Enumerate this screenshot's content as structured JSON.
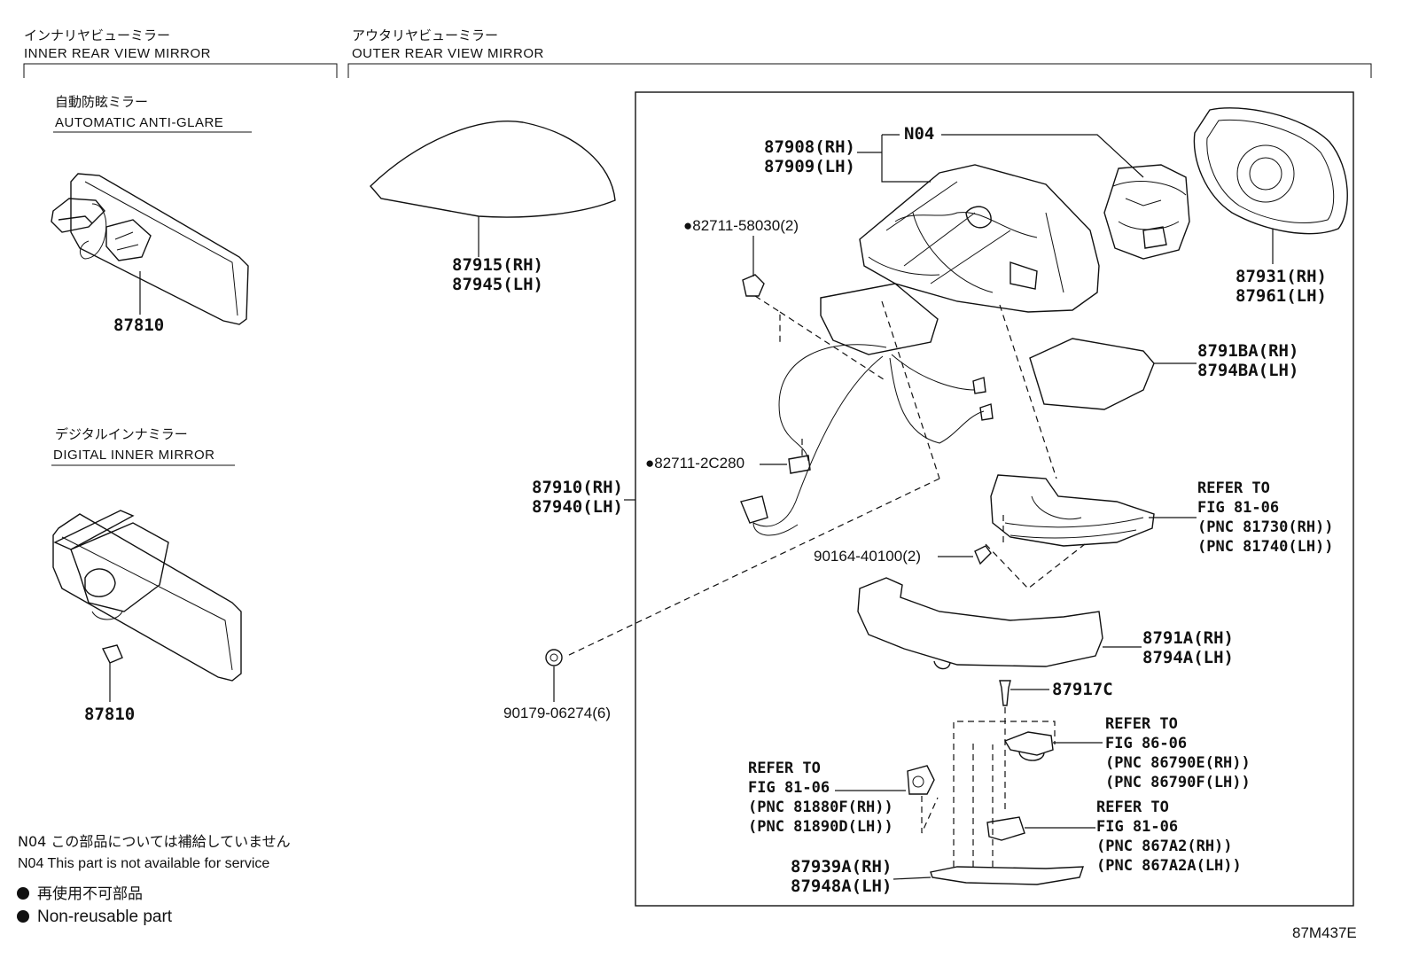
{
  "sections": {
    "inner": {
      "title_jp": "インナリヤビューミラー",
      "title_en": "INNER REAR VIEW MIRROR"
    },
    "outer": {
      "title_jp": "アウタリヤビューミラー",
      "title_en": "OUTER REAR VIEW MIRROR"
    }
  },
  "inner_groups": [
    {
      "title_jp": "自動防眩ミラー",
      "title_en": "AUTOMATIC ANTI-GLARE",
      "part_no": "87810"
    },
    {
      "title_jp": "デジタルインナミラー",
      "title_en": "DIGITAL INNER MIRROR",
      "part_no": "87810"
    }
  ],
  "callouts": [
    {
      "lines": [
        "87915(RH)",
        "87945(LH)"
      ]
    },
    {
      "lines": [
        "87908(RH)",
        "87909(LH)"
      ]
    },
    {
      "lines": [
        "N04"
      ]
    },
    {
      "lines": [
        "●82711-58030(2)"
      ]
    },
    {
      "lines": [
        "87931(RH)",
        "87961(LH)"
      ]
    },
    {
      "lines": [
        "8791BA(RH)",
        "8794BA(LH)"
      ]
    },
    {
      "lines": [
        "●82711-2C280"
      ]
    },
    {
      "lines": [
        "87910(RH)",
        "87940(LH)"
      ]
    },
    {
      "lines": [
        "REFER TO",
        "FIG 81-06",
        "(PNC 81730(RH))",
        "(PNC 81740(LH))"
      ]
    },
    {
      "lines": [
        "90164-40100(2)"
      ]
    },
    {
      "lines": [
        "8791A(RH)",
        "8794A(LH)"
      ]
    },
    {
      "lines": [
        "90179-06274(6)"
      ]
    },
    {
      "lines": [
        "87917C"
      ]
    },
    {
      "lines": [
        "REFER TO",
        "FIG 86-06",
        "(PNC 86790E(RH))",
        "(PNC 86790F(LH))"
      ]
    },
    {
      "lines": [
        "REFER TO",
        "FIG 81-06",
        "(PNC 81880F(RH))",
        "(PNC 81890D(LH))"
      ]
    },
    {
      "lines": [
        "REFER TO",
        "FIG 81-06",
        "(PNC 867A2(RH))",
        "(PNC 867A2A(LH))"
      ]
    },
    {
      "lines": [
        "87939A(RH)",
        "87948A(LH)"
      ]
    }
  ],
  "notes": {
    "n04_jp": "N04 この部品については補給していません",
    "n04_en": "N04 This part is not available for service"
  },
  "legend": {
    "jp": "再使用不可部品",
    "en": "Non-reusable part"
  },
  "figure_code": "87M437E",
  "colors": {
    "ink": "#111111",
    "background": "#ffffff"
  }
}
